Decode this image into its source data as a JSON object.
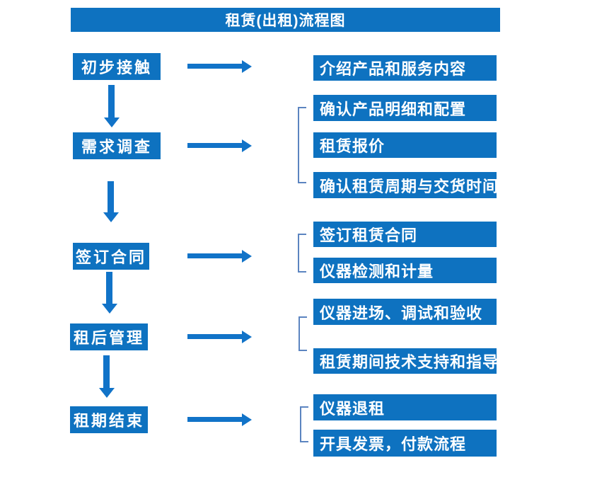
{
  "title": "租赁(出租)流程图",
  "colors": {
    "primary_blue": "#0e72c0",
    "arrow_blue": "#1173c8",
    "bracket_blue": "#5b84c0",
    "text_white": "#ffffff"
  },
  "icons": {
    "right_arrow": "css-shape right-pointing arrow",
    "down_arrow": "css-shape down-pointing arrow",
    "bracket": "css-shape left square bracket"
  },
  "steps": [
    {
      "label": "初步接触",
      "details": [
        "介绍产品和服务内容"
      ]
    },
    {
      "label": "需求调查",
      "details": [
        "确认产品明细和配置",
        "租赁报价",
        "确认租赁周期与交货时间"
      ]
    },
    {
      "label": "签订合同",
      "details": [
        "签订租赁合同",
        "仪器检测和计量"
      ]
    },
    {
      "label": "租后管理",
      "details": [
        "仪器进场、调试和验收",
        "租赁期间技术支持和指导"
      ]
    },
    {
      "label": "租期结束",
      "details": [
        "仪器退租",
        "开具发票，付款流程"
      ]
    }
  ]
}
